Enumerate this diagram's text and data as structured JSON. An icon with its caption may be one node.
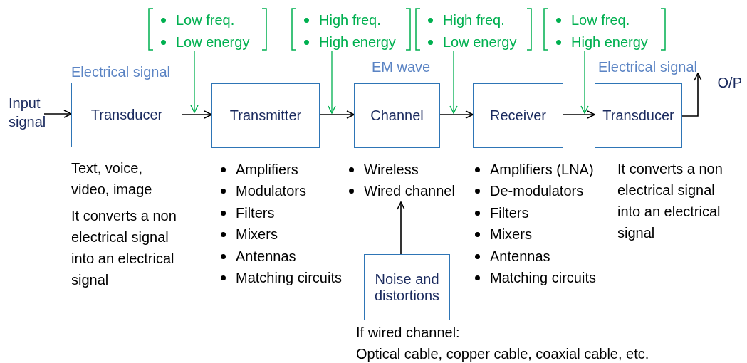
{
  "diagram": {
    "nodes": [
      {
        "text": [
          "Input signal"
        ]
      },
      {
        "text": [
          "Transducer"
        ],
        "beside": [
          "Electrical signal",
          "Text, voice, video, image",
          "It converts a non electrical signal into an electrical signal"
        ]
      },
      {
        "text": [
          "Transmitter"
        ]
      },
      {
        "text": [
          "Channel"
        ],
        "beside": [
          "EM wave"
        ]
      },
      {
        "text": [
          "Receiver"
        ]
      },
      {
        "text": [
          "Transducer"
        ],
        "beside": [
          "Electrical signal",
          "It converts a non electrical signal into an electrical signal"
        ]
      },
      {
        "text": [
          "O/P"
        ]
      },
      {
        "text": [
          "Noise and distortions"
        ],
        "beside": [
          "If wired channel:",
          "Optical cable, copper cable, coaxial cable, etc."
        ]
      },
      {
        "text": [
          "Wireless",
          "Wired channel"
        ]
      },
      {
        "text": [
          "Low freq.",
          "Low energy"
        ]
      },
      {
        "text": [
          "High freq.",
          "High energy"
        ]
      },
      {
        "text": [
          "High freq.",
          "Low energy"
        ]
      },
      {
        "text": [
          "Low freq.",
          "High energy"
        ]
      },
      {
        "text": [
          "Amplifiers",
          "Modulators",
          "Filters",
          "Mixers",
          "Antennas",
          "Matching circuits"
        ]
      },
      {
        "text": [
          "Amplifiers (LNA)",
          "De-modulators",
          "Filters",
          "Mixers",
          "Antennas",
          "Matching circuits"
        ]
      }
    ],
    "edges": [
      {
        "from": 0,
        "to": 1,
        "arrow": "to"
      },
      {
        "from": 1,
        "to": 2,
        "arrow": "to"
      },
      {
        "from": 2,
        "to": 3,
        "arrow": "to"
      },
      {
        "from": 3,
        "to": 4,
        "arrow": "to"
      },
      {
        "from": 4,
        "to": 5,
        "arrow": "to"
      },
      {
        "from": 5,
        "to": 6,
        "arrow": "to"
      },
      {
        "from": 7,
        "to": 8,
        "arrow": "to"
      },
      {
        "from": 9,
        "to": 1,
        "arrow": "to",
        "color": "#00b050"
      },
      {
        "from": 10,
        "to": 2,
        "arrow": "to",
        "color": "#00b050"
      },
      {
        "from": 11,
        "to": 3,
        "arrow": "to",
        "color": "#00b050"
      },
      {
        "from": 12,
        "to": 5,
        "arrow": "to",
        "color": "#00b050"
      }
    ]
  }
}
